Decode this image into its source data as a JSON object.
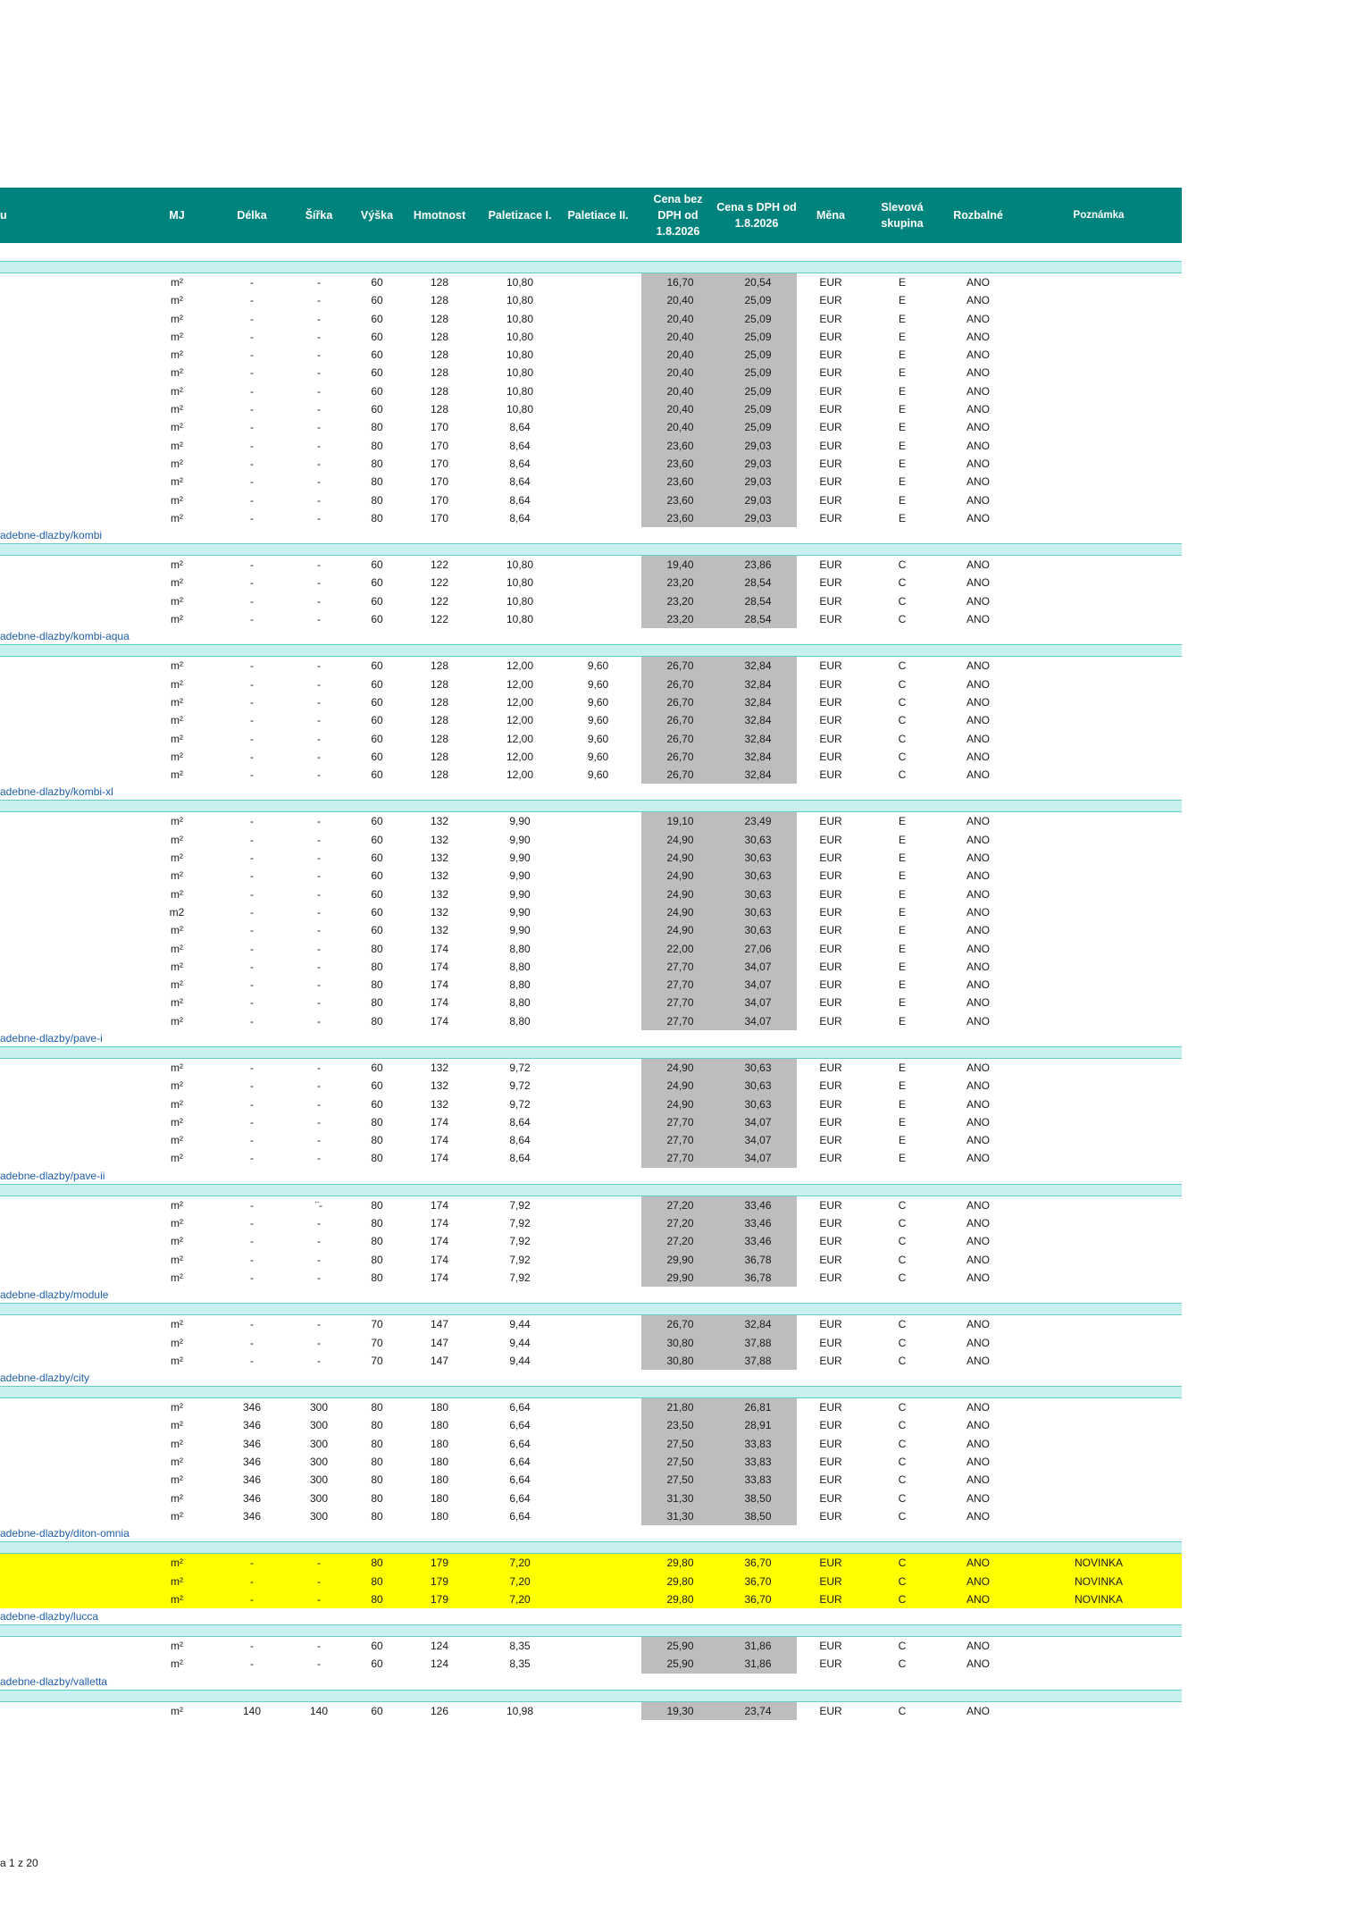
{
  "header": {
    "col_cut": "u",
    "mj": "MJ",
    "delka": "Délka",
    "sirka": "Šířka",
    "vyska": "Výška",
    "hmotnost": "Hmotnost",
    "pal1": "Paletizace I.",
    "pal2": "Paletiace II.",
    "cena_bez": "Cena bez DPH od 1.8.2026",
    "cena_s": "Cena s DPH od 1.8.2026",
    "mena": "Měna",
    "slevova": "Slevová skupina",
    "rozbalne": "Rozbalné",
    "poznamka": "Poznámka"
  },
  "groups": [
    {
      "link": "",
      "rows": [
        [
          "m²",
          "-",
          "-",
          "60",
          "128",
          "10,80",
          "",
          "16,70",
          "20,54",
          "EUR",
          "E",
          "ANO",
          ""
        ],
        [
          "m²",
          "-",
          "-",
          "60",
          "128",
          "10,80",
          "",
          "20,40",
          "25,09",
          "EUR",
          "E",
          "ANO",
          ""
        ],
        [
          "m²",
          "-",
          "-",
          "60",
          "128",
          "10,80",
          "",
          "20,40",
          "25,09",
          "EUR",
          "E",
          "ANO",
          ""
        ],
        [
          "m²",
          "-",
          "-",
          "60",
          "128",
          "10,80",
          "",
          "20,40",
          "25,09",
          "EUR",
          "E",
          "ANO",
          ""
        ],
        [
          "m²",
          "-",
          "-",
          "60",
          "128",
          "10,80",
          "",
          "20,40",
          "25,09",
          "EUR",
          "E",
          "ANO",
          ""
        ],
        [
          "m²",
          "-",
          "-",
          "60",
          "128",
          "10,80",
          "",
          "20,40",
          "25,09",
          "EUR",
          "E",
          "ANO",
          ""
        ],
        [
          "m²",
          "-",
          "-",
          "60",
          "128",
          "10,80",
          "",
          "20,40",
          "25,09",
          "EUR",
          "E",
          "ANO",
          ""
        ],
        [
          "m²",
          "-",
          "-",
          "60",
          "128",
          "10,80",
          "",
          "20,40",
          "25,09",
          "EUR",
          "E",
          "ANO",
          ""
        ],
        [
          "m²",
          "-",
          "-",
          "80",
          "170",
          "8,64",
          "",
          "20,40",
          "25,09",
          "EUR",
          "E",
          "ANO",
          ""
        ],
        [
          "m²",
          "-",
          "-",
          "80",
          "170",
          "8,64",
          "",
          "23,60",
          "29,03",
          "EUR",
          "E",
          "ANO",
          ""
        ],
        [
          "m²",
          "-",
          "-",
          "80",
          "170",
          "8,64",
          "",
          "23,60",
          "29,03",
          "EUR",
          "E",
          "ANO",
          ""
        ],
        [
          "m²",
          "-",
          "-",
          "80",
          "170",
          "8,64",
          "",
          "23,60",
          "29,03",
          "EUR",
          "E",
          "ANO",
          ""
        ],
        [
          "m²",
          "-",
          "-",
          "80",
          "170",
          "8,64",
          "",
          "23,60",
          "29,03",
          "EUR",
          "E",
          "ANO",
          ""
        ],
        [
          "m²",
          "-",
          "-",
          "80",
          "170",
          "8,64",
          "",
          "23,60",
          "29,03",
          "EUR",
          "E",
          "ANO",
          ""
        ]
      ]
    },
    {
      "link": "adebne-dlazby/kombi",
      "rows": [
        [
          "m²",
          "-",
          "-",
          "60",
          "122",
          "10,80",
          "",
          "19,40",
          "23,86",
          "EUR",
          "C",
          "ANO",
          ""
        ],
        [
          "m²",
          "-",
          "-",
          "60",
          "122",
          "10,80",
          "",
          "23,20",
          "28,54",
          "EUR",
          "C",
          "ANO",
          ""
        ],
        [
          "m²",
          "-",
          "-",
          "60",
          "122",
          "10,80",
          "",
          "23,20",
          "28,54",
          "EUR",
          "C",
          "ANO",
          ""
        ],
        [
          "m²",
          "-",
          "-",
          "60",
          "122",
          "10,80",
          "",
          "23,20",
          "28,54",
          "EUR",
          "C",
          "ANO",
          ""
        ]
      ]
    },
    {
      "link": "adebne-dlazby/kombi-aqua",
      "rows": [
        [
          "m²",
          "-",
          "-",
          "60",
          "128",
          "12,00",
          "9,60",
          "26,70",
          "32,84",
          "EUR",
          "C",
          "ANO",
          ""
        ],
        [
          "m²",
          "-",
          "-",
          "60",
          "128",
          "12,00",
          "9,60",
          "26,70",
          "32,84",
          "EUR",
          "C",
          "ANO",
          ""
        ],
        [
          "m²",
          "-",
          "-",
          "60",
          "128",
          "12,00",
          "9,60",
          "26,70",
          "32,84",
          "EUR",
          "C",
          "ANO",
          ""
        ],
        [
          "m²",
          "-",
          "-",
          "60",
          "128",
          "12,00",
          "9,60",
          "26,70",
          "32,84",
          "EUR",
          "C",
          "ANO",
          ""
        ],
        [
          "m²",
          "-",
          "-",
          "60",
          "128",
          "12,00",
          "9,60",
          "26,70",
          "32,84",
          "EUR",
          "C",
          "ANO",
          ""
        ],
        [
          "m²",
          "-",
          "-",
          "60",
          "128",
          "12,00",
          "9,60",
          "26,70",
          "32,84",
          "EUR",
          "C",
          "ANO",
          ""
        ],
        [
          "m²",
          "-",
          "-",
          "60",
          "128",
          "12,00",
          "9,60",
          "26,70",
          "32,84",
          "EUR",
          "C",
          "ANO",
          ""
        ]
      ]
    },
    {
      "link": "adebne-dlazby/kombi-xl",
      "rows": [
        [
          "m²",
          "-",
          "-",
          "60",
          "132",
          "9,90",
          "",
          "19,10",
          "23,49",
          "EUR",
          "E",
          "ANO",
          ""
        ],
        [
          "m²",
          "-",
          "-",
          "60",
          "132",
          "9,90",
          "",
          "24,90",
          "30,63",
          "EUR",
          "E",
          "ANO",
          ""
        ],
        [
          "m²",
          "-",
          "-",
          "60",
          "132",
          "9,90",
          "",
          "24,90",
          "30,63",
          "EUR",
          "E",
          "ANO",
          ""
        ],
        [
          "m²",
          "-",
          "-",
          "60",
          "132",
          "9,90",
          "",
          "24,90",
          "30,63",
          "EUR",
          "E",
          "ANO",
          ""
        ],
        [
          "m²",
          "-",
          "-",
          "60",
          "132",
          "9,90",
          "",
          "24,90",
          "30,63",
          "EUR",
          "E",
          "ANO",
          ""
        ],
        [
          "m2",
          "-",
          "-",
          "60",
          "132",
          "9,90",
          "",
          "24,90",
          "30,63",
          "EUR",
          "E",
          "ANO",
          ""
        ],
        [
          "m²",
          "-",
          "-",
          "60",
          "132",
          "9,90",
          "",
          "24,90",
          "30,63",
          "EUR",
          "E",
          "ANO",
          ""
        ],
        [
          "m²",
          "-",
          "-",
          "80",
          "174",
          "8,80",
          "",
          "22,00",
          "27,06",
          "EUR",
          "E",
          "ANO",
          ""
        ],
        [
          "m²",
          "-",
          "-",
          "80",
          "174",
          "8,80",
          "",
          "27,70",
          "34,07",
          "EUR",
          "E",
          "ANO",
          ""
        ],
        [
          "m²",
          "-",
          "-",
          "80",
          "174",
          "8,80",
          "",
          "27,70",
          "34,07",
          "EUR",
          "E",
          "ANO",
          ""
        ],
        [
          "m²",
          "-",
          "-",
          "80",
          "174",
          "8,80",
          "",
          "27,70",
          "34,07",
          "EUR",
          "E",
          "ANO",
          ""
        ],
        [
          "m²",
          "-",
          "-",
          "80",
          "174",
          "8,80",
          "",
          "27,70",
          "34,07",
          "EUR",
          "E",
          "ANO",
          ""
        ]
      ]
    },
    {
      "link": "adebne-dlazby/pave-i",
      "rows": [
        [
          "m²",
          "-",
          "-",
          "60",
          "132",
          "9,72",
          "",
          "24,90",
          "30,63",
          "EUR",
          "E",
          "ANO",
          ""
        ],
        [
          "m²",
          "-",
          "-",
          "60",
          "132",
          "9,72",
          "",
          "24,90",
          "30,63",
          "EUR",
          "E",
          "ANO",
          ""
        ],
        [
          "m²",
          "-",
          "-",
          "60",
          "132",
          "9,72",
          "",
          "24,90",
          "30,63",
          "EUR",
          "E",
          "ANO",
          ""
        ],
        [
          "m²",
          "-",
          "-",
          "80",
          "174",
          "8,64",
          "",
          "27,70",
          "34,07",
          "EUR",
          "E",
          "ANO",
          ""
        ],
        [
          "m²",
          "-",
          "-",
          "80",
          "174",
          "8,64",
          "",
          "27,70",
          "34,07",
          "EUR",
          "E",
          "ANO",
          ""
        ],
        [
          "m²",
          "-",
          "-",
          "80",
          "174",
          "8,64",
          "",
          "27,70",
          "34,07",
          "EUR",
          "E",
          "ANO",
          ""
        ]
      ]
    },
    {
      "link": "adebne-dlazby/pave-ii",
      "rows": [
        [
          "m²",
          "-",
          "¨-",
          "80",
          "174",
          "7,92",
          "",
          "27,20",
          "33,46",
          "EUR",
          "C",
          "ANO",
          ""
        ],
        [
          "m²",
          "-",
          "-",
          "80",
          "174",
          "7,92",
          "",
          "27,20",
          "33,46",
          "EUR",
          "C",
          "ANO",
          ""
        ],
        [
          "m²",
          "-",
          "-",
          "80",
          "174",
          "7,92",
          "",
          "27,20",
          "33,46",
          "EUR",
          "C",
          "ANO",
          ""
        ],
        [
          "m²",
          "-",
          "-",
          "80",
          "174",
          "7,92",
          "",
          "29,90",
          "36,78",
          "EUR",
          "C",
          "ANO",
          ""
        ],
        [
          "m²",
          "-",
          "-",
          "80",
          "174",
          "7,92",
          "",
          "29,90",
          "36,78",
          "EUR",
          "C",
          "ANO",
          ""
        ]
      ]
    },
    {
      "link": "adebne-dlazby/module",
      "rows": [
        [
          "m²",
          "-",
          "-",
          "70",
          "147",
          "9,44",
          "",
          "26,70",
          "32,84",
          "EUR",
          "C",
          "ANO",
          ""
        ],
        [
          "m²",
          "-",
          "-",
          "70",
          "147",
          "9,44",
          "",
          "30,80",
          "37,88",
          "EUR",
          "C",
          "ANO",
          ""
        ],
        [
          "m²",
          "-",
          "-",
          "70",
          "147",
          "9,44",
          "",
          "30,80",
          "37,88",
          "EUR",
          "C",
          "ANO",
          ""
        ]
      ]
    },
    {
      "link": "adebne-dlazby/city",
      "rows": [
        [
          "m²",
          "346",
          "300",
          "80",
          "180",
          "6,64",
          "",
          "21,80",
          "26,81",
          "EUR",
          "C",
          "ANO",
          ""
        ],
        [
          "m²",
          "346",
          "300",
          "80",
          "180",
          "6,64",
          "",
          "23,50",
          "28,91",
          "EUR",
          "C",
          "ANO",
          ""
        ],
        [
          "m²",
          "346",
          "300",
          "80",
          "180",
          "6,64",
          "",
          "27,50",
          "33,83",
          "EUR",
          "C",
          "ANO",
          ""
        ],
        [
          "m²",
          "346",
          "300",
          "80",
          "180",
          "6,64",
          "",
          "27,50",
          "33,83",
          "EUR",
          "C",
          "ANO",
          ""
        ],
        [
          "m²",
          "346",
          "300",
          "80",
          "180",
          "6,64",
          "",
          "27,50",
          "33,83",
          "EUR",
          "C",
          "ANO",
          ""
        ],
        [
          "m²",
          "346",
          "300",
          "80",
          "180",
          "6,64",
          "",
          "31,30",
          "38,50",
          "EUR",
          "C",
          "ANO",
          ""
        ],
        [
          "m²",
          "346",
          "300",
          "80",
          "180",
          "6,64",
          "",
          "31,30",
          "38,50",
          "EUR",
          "C",
          "ANO",
          ""
        ]
      ]
    },
    {
      "link": "adebne-dlazby/diton-omnia",
      "highlight": true,
      "rows": [
        [
          "m²",
          "-",
          "-",
          "80",
          "179",
          "7,20",
          "",
          "29,80",
          "36,70",
          "EUR",
          "C",
          "ANO",
          "NOVINKA"
        ],
        [
          "m²",
          "-",
          "-",
          "80",
          "179",
          "7,20",
          "",
          "29,80",
          "36,70",
          "EUR",
          "C",
          "ANO",
          "NOVINKA"
        ],
        [
          "m²",
          "-",
          "-",
          "80",
          "179",
          "7,20",
          "",
          "29,80",
          "36,70",
          "EUR",
          "C",
          "ANO",
          "NOVINKA"
        ]
      ]
    },
    {
      "link": "adebne-dlazby/lucca",
      "rows": [
        [
          "m²",
          "-",
          "-",
          "60",
          "124",
          "8,35",
          "",
          "25,90",
          "31,86",
          "EUR",
          "C",
          "ANO",
          ""
        ],
        [
          "m²",
          "-",
          "-",
          "60",
          "124",
          "8,35",
          "",
          "25,90",
          "31,86",
          "EUR",
          "C",
          "ANO",
          ""
        ]
      ]
    },
    {
      "link": "adebne-dlazby/valletta",
      "rows": [
        [
          "m²",
          "140",
          "140",
          "60",
          "126",
          "10,98",
          "",
          "19,30",
          "23,74",
          "EUR",
          "C",
          "ANO",
          ""
        ]
      ]
    }
  ],
  "footer": {
    "page": "a 1 z 20"
  },
  "colors": {
    "header_bg": "#00837c",
    "band_bg": "#c8f0ee",
    "price_bg": "#bdbdbd",
    "highlight": "#ffff00",
    "link": "#1f5fa8"
  }
}
